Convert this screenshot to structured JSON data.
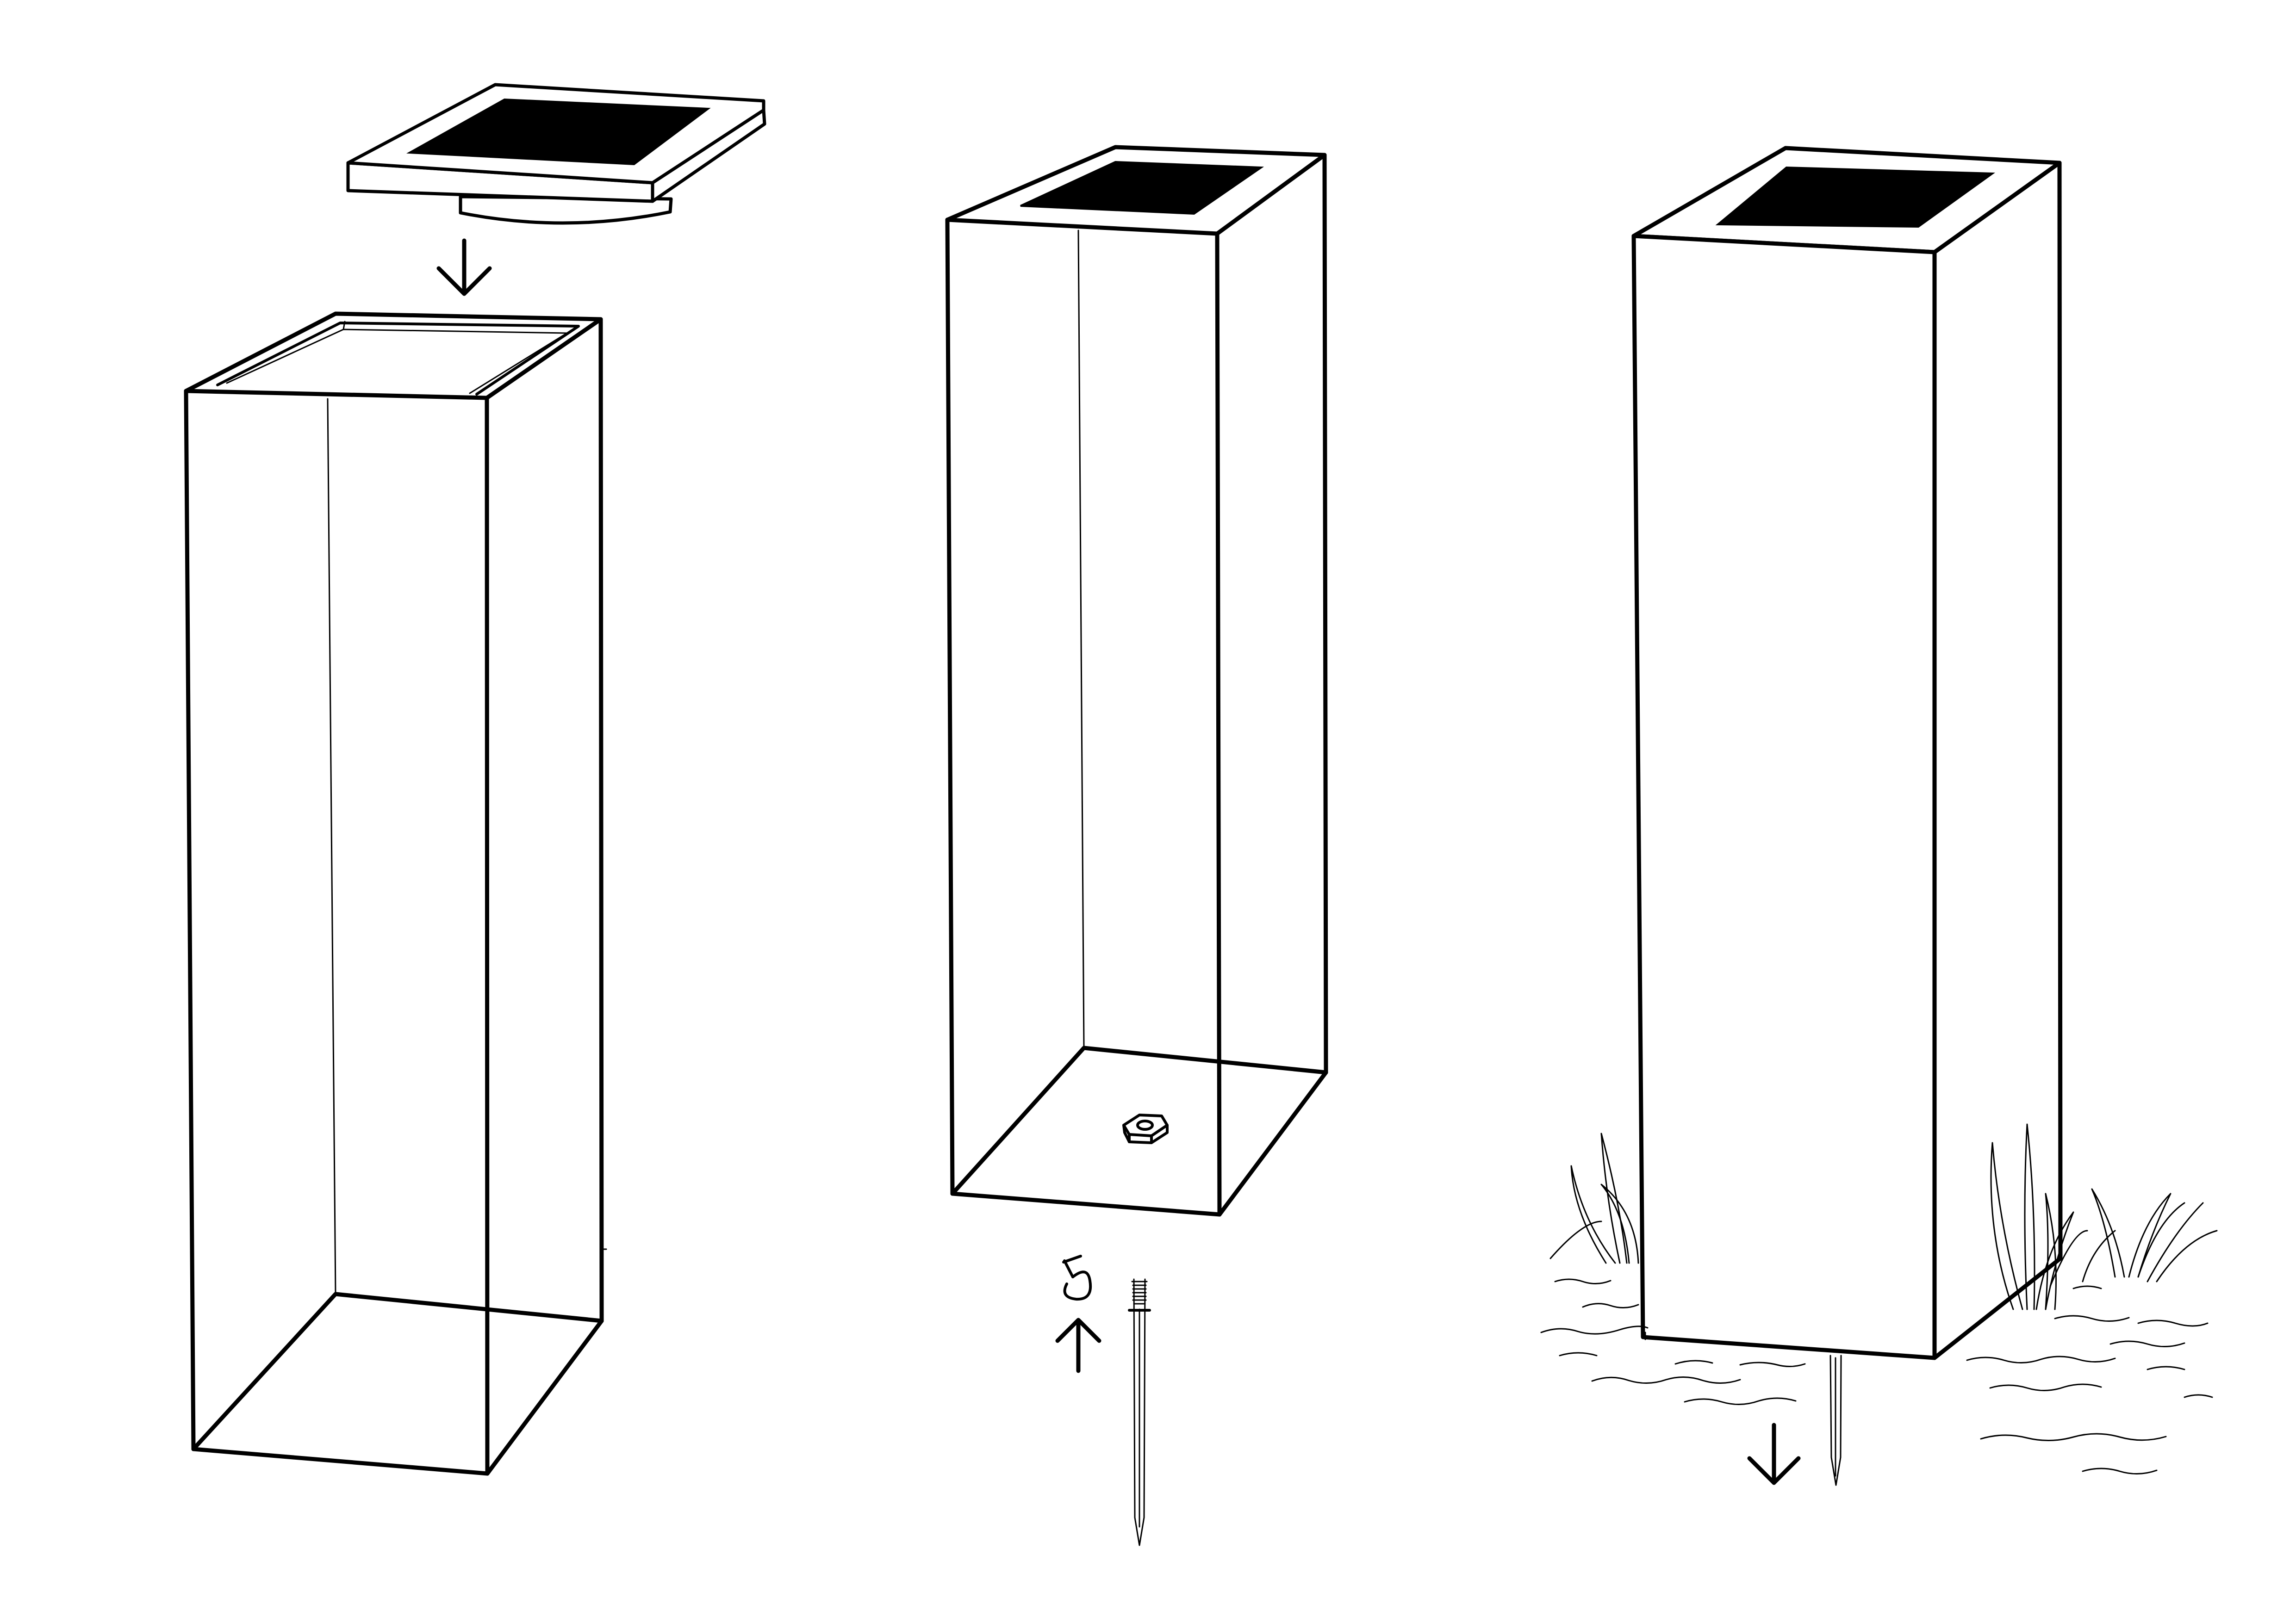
{
  "colors": {
    "background": "#ffffff",
    "line": "#000000",
    "solar_panel": "#000000"
  },
  "steps": [
    {
      "name": "step-1",
      "icons": [
        "solar-cap-icon",
        "arrow-down-icon",
        "open-box-post-icon"
      ]
    },
    {
      "name": "step-2",
      "icons": [
        "capped-post-icon",
        "hex-nut-icon",
        "rotate-icon",
        "arrow-up-icon",
        "ground-spike-icon"
      ]
    },
    {
      "name": "step-3",
      "icons": [
        "installed-post-icon",
        "grass-icon",
        "ground-lines-icon",
        "arrow-down-icon"
      ]
    }
  ]
}
